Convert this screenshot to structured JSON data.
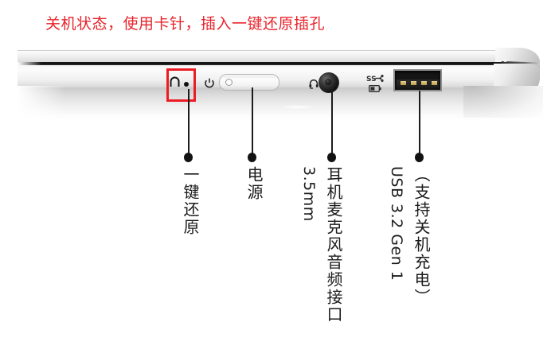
{
  "annotation": {
    "headline": "关机状态，使用卡针，插入一键还原插孔",
    "headline_color": "#e8242c",
    "highlight_box_color": "#ec1c24"
  },
  "device": {
    "type": "laptop-side-profile",
    "body_color": "#f2f2f2",
    "seam_color": "#111111"
  },
  "icons": {
    "recovery_pinhole": "recovery-arc-icon",
    "power_symbol": "power-icon",
    "headset": "headset-icon",
    "superspeed_usb": "usb-ss-icon",
    "battery_charging": "battery-icon"
  },
  "ports": [
    {
      "id": "recovery",
      "label_lines": [
        "一键还原"
      ],
      "secondary": "",
      "highlighted": true
    },
    {
      "id": "power",
      "label_lines": [
        "电源"
      ],
      "secondary": "",
      "highlighted": false
    },
    {
      "id": "audio",
      "label_lines": [
        "耳机麦克风音频接口"
      ],
      "secondary": "3.5mm",
      "highlighted": false
    },
    {
      "id": "usb",
      "label_lines": [
        "（支持关机充电）"
      ],
      "secondary": "USB 3.2 Gen 1",
      "highlighted": false
    }
  ],
  "usb_pins": 4
}
